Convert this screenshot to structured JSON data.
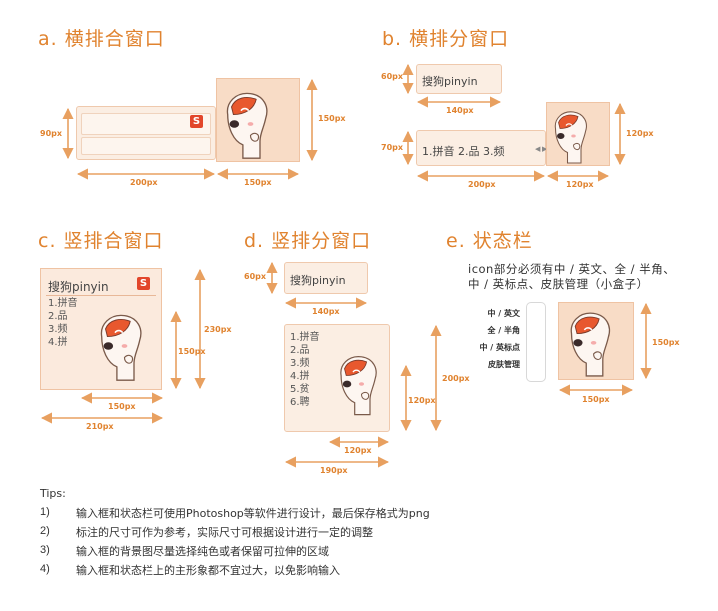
{
  "sections": {
    "a": {
      "title": "a. 横排合窗口",
      "dims": [
        "90px",
        "200px",
        "150px",
        "150px"
      ]
    },
    "b": {
      "title": "b. 横排分窗口",
      "dims": [
        "60px",
        "140px",
        "70px",
        "200px",
        "120px",
        "120px"
      ],
      "pinyin": "搜狗pinyin",
      "candidates": "1.拼音  2.品  3.频"
    },
    "c": {
      "title": "c. 竖排合窗口",
      "dims": [
        "230px",
        "150px",
        "150px",
        "210px"
      ],
      "pinyin": "搜狗pinyin",
      "candidates": [
        "1.拼音",
        "2.品",
        "3.频",
        "4.拼"
      ]
    },
    "d": {
      "title": "d. 竖排分窗口",
      "dims": [
        "60px",
        "140px",
        "200px",
        "120px",
        "120px",
        "190px"
      ],
      "pinyin": "搜狗pinyin",
      "candidates": [
        "1.拼音",
        "2.品",
        "3.频",
        "4.拼",
        "5.贫",
        "6.聘"
      ]
    },
    "e": {
      "title": "e. 状态栏",
      "note_line1": "icon部分必须有中 / 英文、全 / 半角、",
      "note_line2": "中 / 英标点、皮肤管理（小盒子）",
      "menu": [
        "中 / 英文",
        "全 / 半角",
        "中 / 英标点",
        "皮肤管理"
      ],
      "dims": [
        "150px",
        "150px"
      ]
    }
  },
  "logo_letter": "S",
  "tips": {
    "heading": "Tips:",
    "items": [
      {
        "num": "1)",
        "text": "输入框和状态栏可使用Photoshop等软件进行设计，最后保存格式为png"
      },
      {
        "num": "2)",
        "text": "标注的尺寸可作为参考，实际尺寸可根据设计进行一定的调整"
      },
      {
        "num": "3)",
        "text": "输入框的背景图尽量选择纯色或者保留可拉伸的区域"
      },
      {
        "num": "4)",
        "text": "输入框和状态栏上的主形象都不宜过大，以免影响输入"
      }
    ]
  },
  "colors": {
    "accent": "#e0832f",
    "skin_bg": "#f8dcc6",
    "logo_red": "#e2462b"
  },
  "icons": [
    "mascot-icon",
    "sogou-logo-icon",
    "arrow-left-icon",
    "arrow-right-icon"
  ]
}
